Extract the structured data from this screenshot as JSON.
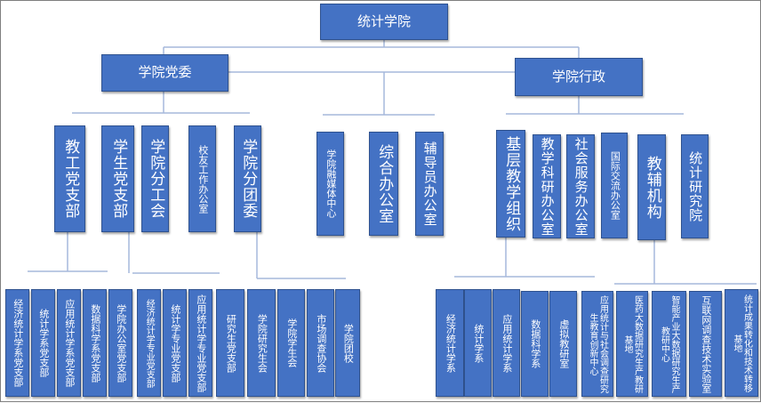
{
  "root": "统计学院",
  "branches": {
    "party": "学院党委",
    "admin": "学院行政",
    "center": [
      "学院融媒体中心",
      "综合办公室",
      "辅导员办公室"
    ]
  },
  "party_units": [
    "教工党支部",
    "学生党支部",
    "学院分工会",
    "校友工作办公室",
    "学院分团委"
  ],
  "admin_units": [
    "基层教学组织",
    "教学科研办公室",
    "社会服务办公室",
    "国际交流办公室",
    "教辅机构",
    "统计研究院"
  ],
  "party_leaves": [
    "经济统计学系党支部",
    "统计学系党支部",
    "应用统计学系党支部",
    "数据科学系党支部",
    "学院办公室党支部",
    "经济统计学专业党支部",
    "统计学专业党支部",
    "应用统计学专业党支部",
    "研究生党支部",
    "学院研究生会",
    "学院学生会",
    "市场调查协会",
    "学院团校"
  ],
  "admin_leaves": [
    "经济统计学系",
    "统计学系",
    "应用统计学系",
    "数据科学系",
    "虚拟教研室",
    "应用统计与社会调查研究生教育创新中心",
    "医药大数据研究生产教研基地",
    "智能产业大数据研究生产教研中心",
    "互联网调查技术实验室",
    "统计成果转化和技术转移基地"
  ]
}
